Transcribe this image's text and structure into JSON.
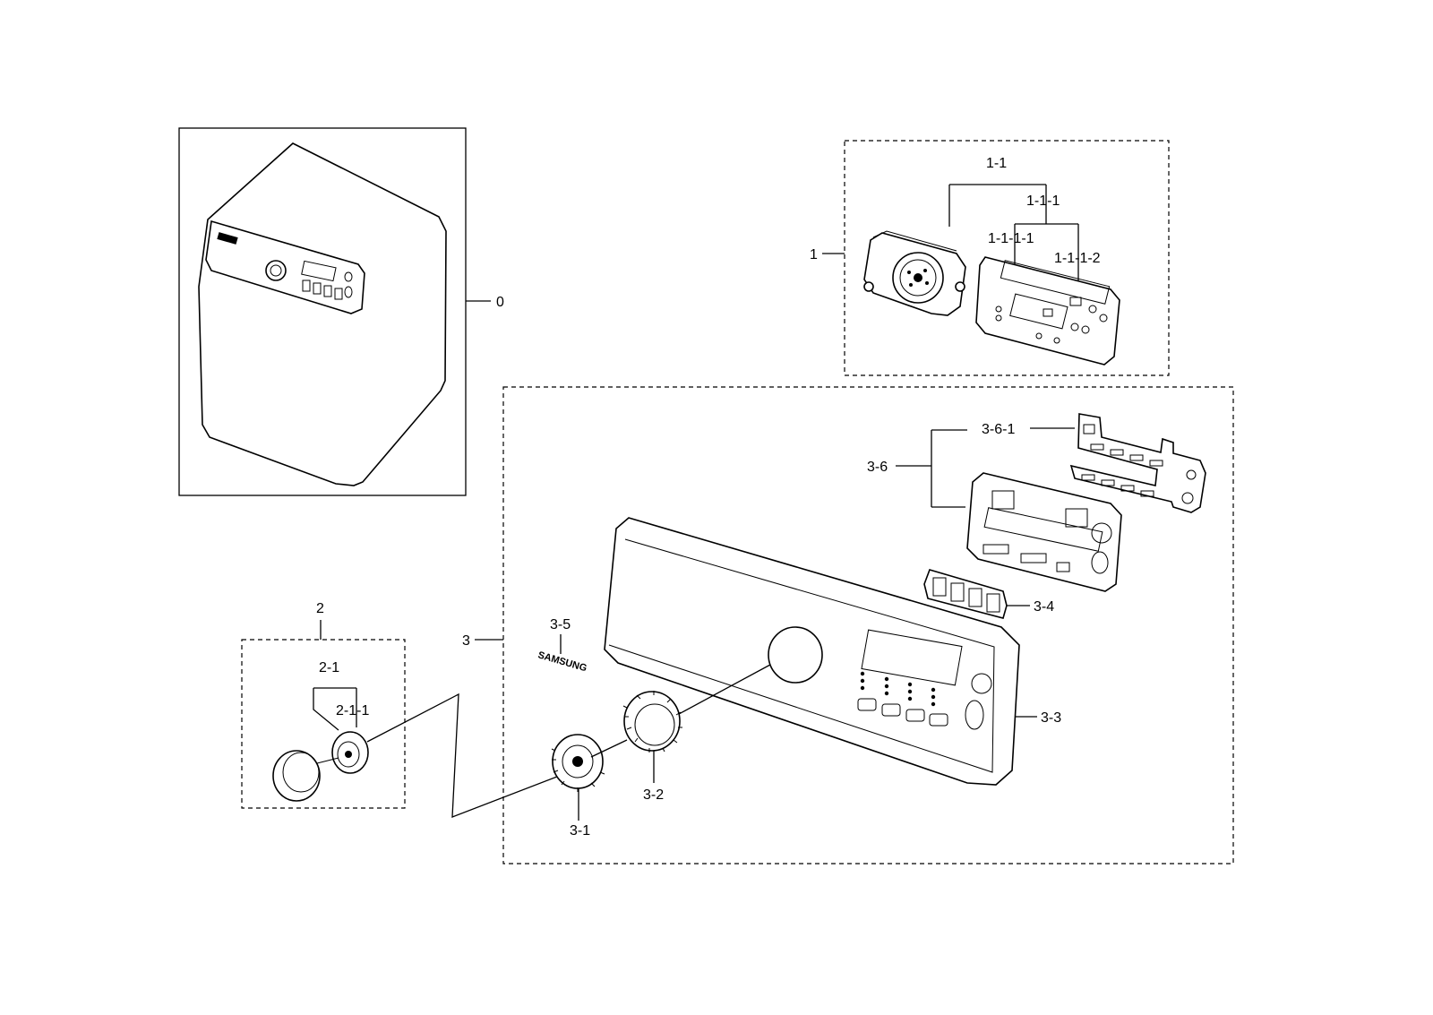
{
  "labels": {
    "l0": "0",
    "l1": "1",
    "l1_1": "1-1",
    "l1_1_1": "1-1-1",
    "l1_1_1_1": "1-1-1-1",
    "l1_1_1_2": "1-1-1-2",
    "l2": "2",
    "l2_1": "2-1",
    "l2_1_1": "2-1-1",
    "l3": "3",
    "l3_1": "3-1",
    "l3_2": "3-2",
    "l3_3": "3-3",
    "l3_4": "3-4",
    "l3_5": "3-5",
    "l3_6": "3-6",
    "l3_6_1": "3-6-1"
  },
  "logo_text": "SAMSUNG"
}
